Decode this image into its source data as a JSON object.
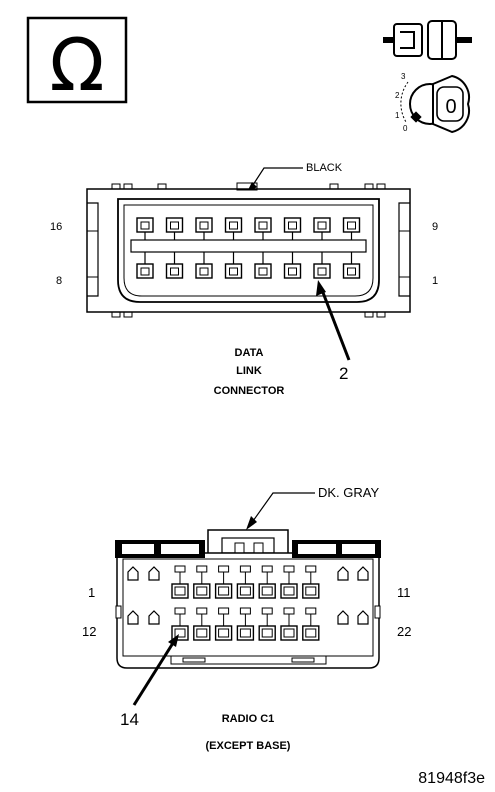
{
  "ohm_symbol": "Ω",
  "ignition_key": {
    "positions": [
      "3",
      "2",
      "1",
      "0"
    ],
    "key_label": "0"
  },
  "data_link_connector": {
    "color_callout": "BLACK",
    "pin_labels": {
      "top_left": "16",
      "top_right": "9",
      "bottom_left": "8",
      "bottom_right": "1"
    },
    "callout_pin": "2",
    "title_lines": [
      "DATA",
      "LINK",
      "CONNECTOR"
    ]
  },
  "radio_c1": {
    "color_callout": "DK. GRAY",
    "pin_labels": {
      "top_left": "1",
      "top_right": "11",
      "bottom_left": "12",
      "bottom_right": "22"
    },
    "callout_pin": "14",
    "title_lines": [
      "RADIO C1",
      "(EXCEPT BASE)"
    ]
  },
  "figure_id": "81948f3e"
}
